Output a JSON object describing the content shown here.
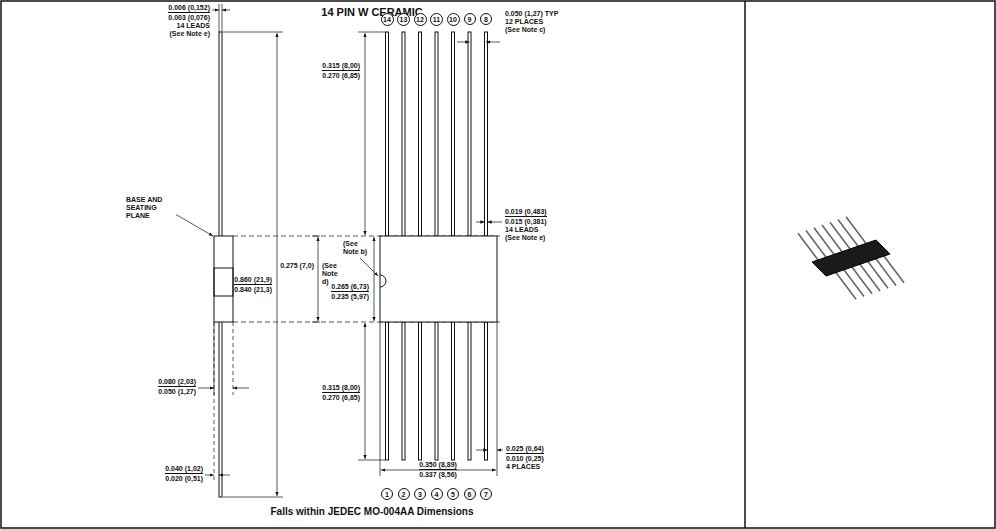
{
  "diagram": {
    "title": "14 PIN W CERAMIC",
    "caption": "Falls within JEDEC MO-004AA Dimensions",
    "nodes": [
      {
        "text": [
          "14"
        ]
      },
      {
        "text": [
          "13"
        ]
      },
      {
        "text": [
          "12"
        ]
      },
      {
        "text": [
          "11"
        ]
      },
      {
        "text": [
          "10"
        ]
      },
      {
        "text": [
          "9"
        ]
      },
      {
        "text": [
          "8"
        ]
      },
      {
        "text": [
          "1"
        ]
      },
      {
        "text": [
          "2"
        ]
      },
      {
        "text": [
          "3"
        ]
      },
      {
        "text": [
          "4"
        ]
      },
      {
        "text": [
          "5"
        ]
      },
      {
        "text": [
          "6"
        ]
      },
      {
        "text": [
          "7"
        ]
      }
    ],
    "labels": [
      "0.006 (0,152)",
      "0.003 (0,076)",
      "14 LEADS",
      "(See Note e)",
      "BASE AND SEATING PLANE",
      "0.860 (21,9)",
      "0.840 (21,3)",
      "0.080 (2,03)",
      "0.050 (1,27)",
      "0.040 (1,02)",
      "0.020 (0,51)",
      "0.315 (8,00)",
      "0.270 (6,85)",
      "0.275 (7,0)",
      "(See Note d)",
      "(See Note b)",
      "0.265 (6,73)",
      "0.235 (5,97)",
      "0.315 (8,00)",
      "0.270 (6,85)",
      "0.350 (8,89)",
      "0.337 (8,56)",
      "0.050 (1,27) TYP",
      "12 PLACES",
      "(See Note c)",
      "0.019 (0,483)",
      "0.015 (0,381)",
      "14 LEADS",
      "(See Note e)",
      "0.025 (0,64)",
      "0.010 (0,25)",
      "4 PLACES"
    ]
  }
}
